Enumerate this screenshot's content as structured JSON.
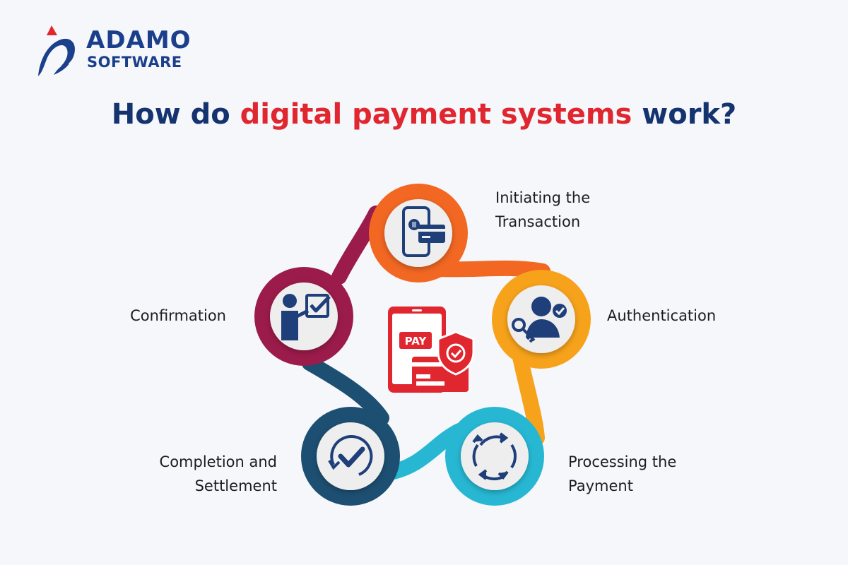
{
  "brand": {
    "line1": "ADAMO",
    "line2": "SOFTWARE",
    "colors": {
      "navy": "#1b3f8b",
      "red": "#e0262f"
    }
  },
  "title": {
    "prefix": "How do ",
    "highlight": "digital payment systems",
    "suffix": " work?"
  },
  "center_icon": {
    "icon": "pay-phone-shield-card-icon",
    "text": "PAY",
    "color": "#e0262f"
  },
  "steps": [
    {
      "id": "initiating",
      "lines": [
        "Initiating the",
        "Transaction"
      ],
      "icon": "phone-card-dollar-icon",
      "color": "#f26722"
    },
    {
      "id": "authentication",
      "lines": [
        "Authentication"
      ],
      "icon": "user-key-check-icon",
      "color": "#f7a21b"
    },
    {
      "id": "processing",
      "lines": [
        "Processing the",
        "Payment"
      ],
      "icon": "refresh-cycle-icon",
      "color": "#27b7d3"
    },
    {
      "id": "completion",
      "lines": [
        "Completion and",
        "Settlement"
      ],
      "icon": "check-circle-arrow-icon",
      "color": "#1d4f72"
    },
    {
      "id": "confirmation",
      "lines": [
        "Confirmation"
      ],
      "icon": "user-checklist-icon",
      "color": "#9b1b4a"
    }
  ]
}
